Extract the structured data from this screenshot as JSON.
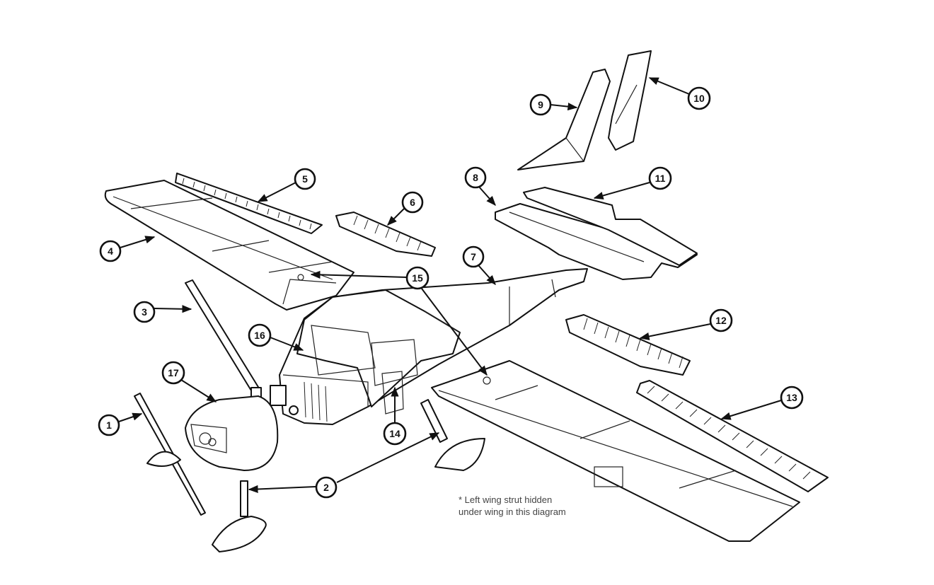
{
  "callouts": [
    {
      "id": "1",
      "label": "1"
    },
    {
      "id": "2",
      "label": "2"
    },
    {
      "id": "3",
      "label": "3"
    },
    {
      "id": "4",
      "label": "4"
    },
    {
      "id": "5",
      "label": "5"
    },
    {
      "id": "6",
      "label": "6"
    },
    {
      "id": "7",
      "label": "7"
    },
    {
      "id": "8",
      "label": "8"
    },
    {
      "id": "9",
      "label": "9"
    },
    {
      "id": "10",
      "label": "10"
    },
    {
      "id": "11",
      "label": "11"
    },
    {
      "id": "12",
      "label": "12"
    },
    {
      "id": "13",
      "label": "13"
    },
    {
      "id": "14",
      "label": "14"
    },
    {
      "id": "15",
      "label": "15"
    },
    {
      "id": "16",
      "label": "16"
    },
    {
      "id": "17",
      "label": "17"
    }
  ],
  "note": {
    "line1": "* Left wing strut hidden",
    "line2": "under wing in this diagram"
  }
}
